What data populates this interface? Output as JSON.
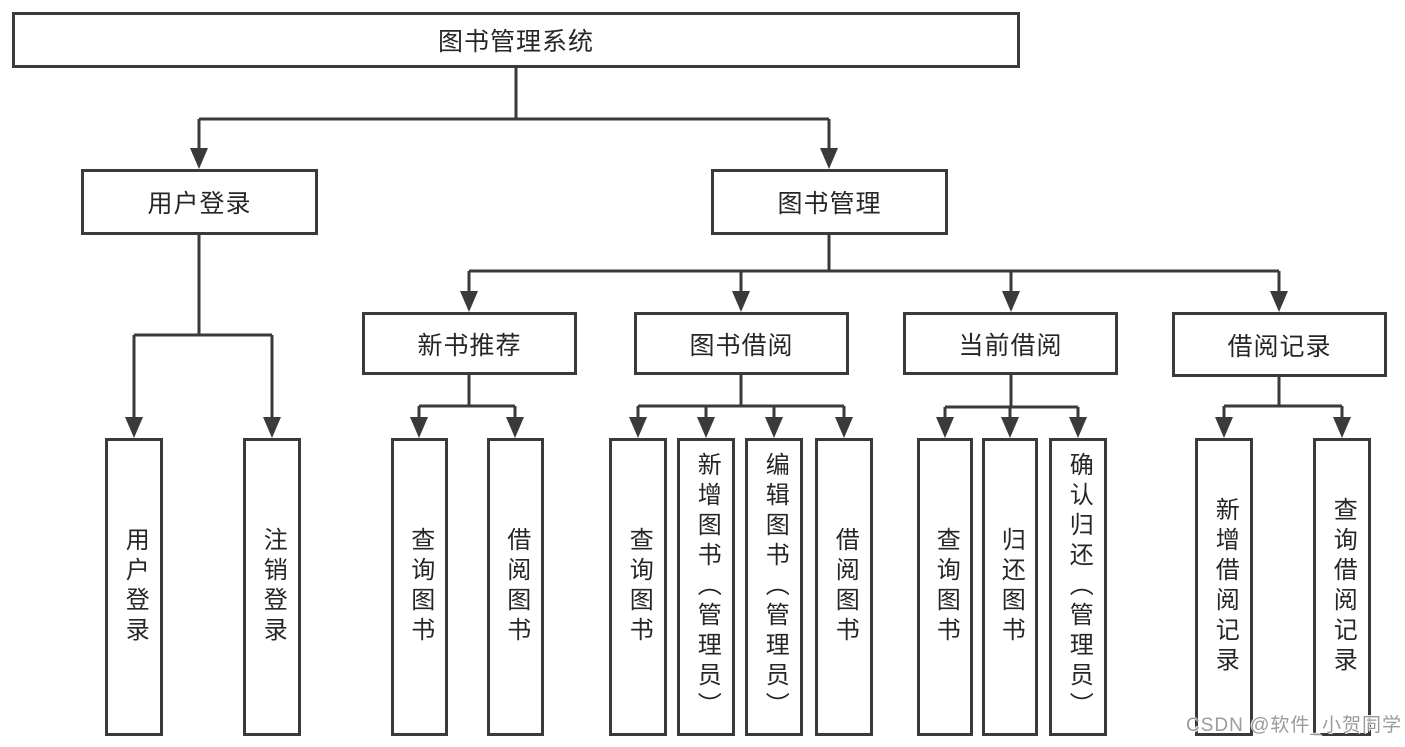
{
  "diagram": {
    "root": {
      "label": "图书管理系统"
    },
    "level2": [
      {
        "label": "用户登录"
      },
      {
        "label": "图书管理"
      }
    ],
    "level3": [
      {
        "label": "新书推荐"
      },
      {
        "label": "图书借阅"
      },
      {
        "label": "当前借阅"
      },
      {
        "label": "借阅记录"
      }
    ],
    "leaves": [
      {
        "label": "用户登录"
      },
      {
        "label": "注销登录"
      },
      {
        "label": "查询图书"
      },
      {
        "label": "借阅图书"
      },
      {
        "label": "查询图书"
      },
      {
        "label": "新增图书（管理员）"
      },
      {
        "label": "编辑图书（管理员）"
      },
      {
        "label": "借阅图书"
      },
      {
        "label": "查询图书"
      },
      {
        "label": "归还图书"
      },
      {
        "label": "确认归还（管理员）"
      },
      {
        "label": "新增借阅记录"
      },
      {
        "label": "查询借阅记录"
      }
    ]
  },
  "watermark": {
    "text": "CSDN @软件_小贺同学"
  },
  "colors": {
    "line": "#3a3a3a",
    "box_border": "#3a3a3a",
    "text": "#262626",
    "watermark": "#9b9b9b",
    "background": "#ffffff"
  }
}
